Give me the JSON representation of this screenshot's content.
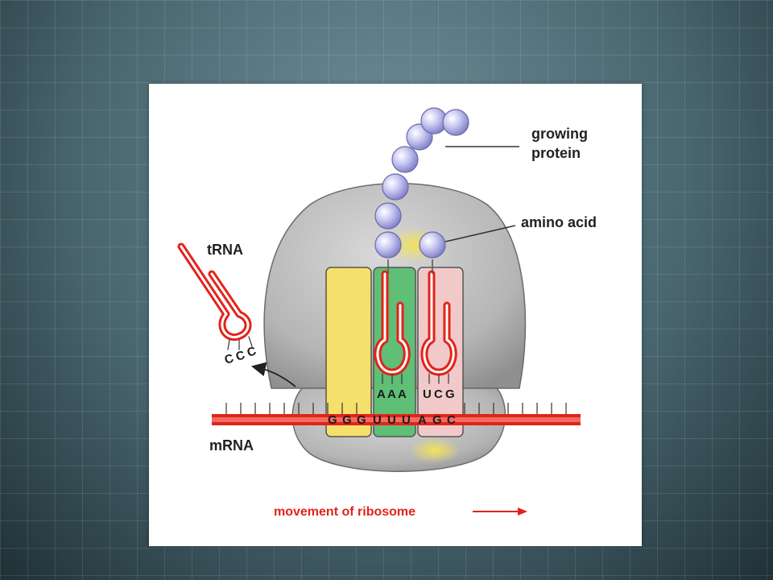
{
  "diagram": {
    "labels": {
      "growing_protein_line1": "growing",
      "growing_protein_line2": "protein",
      "amino_acid": "amino acid",
      "trna": "tRNA",
      "mrna": "mRNA",
      "movement": "movement of ribosome"
    },
    "bases": {
      "anticodon_free": [
        "C",
        "C",
        "C"
      ],
      "anticodon_green": [
        "A",
        "A",
        "A"
      ],
      "anticodon_pink": [
        "U",
        "C",
        "G"
      ],
      "mrna_codons": [
        "G",
        "G",
        "G",
        "U",
        "U",
        "U",
        "A",
        "G",
        "C"
      ]
    },
    "colors": {
      "ribosome": "#b5b5b5",
      "e_site": "#f4e06a",
      "p_site": "#5fbf77",
      "a_site": "#f2c9c9",
      "rna_strand": "#e2231a",
      "amino_acid": "#a9a9e6"
    }
  }
}
